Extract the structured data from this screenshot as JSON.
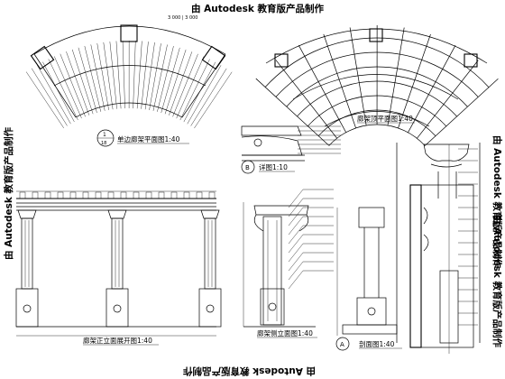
{
  "watermark": {
    "top": "由 Autodesk 教育版产品制作",
    "bottom": "由 Autodesk 教育版产品制作",
    "left": "由 Autodesk 教育版产品制作",
    "right_upper": "由 Autodesk 教育版产品制作",
    "right_lower": "由 Autodesk 教育版产品制作"
  },
  "captions": {
    "plan_single": "单边廊架平面图1:40",
    "plan_top": "廊架顶平面图1:40",
    "detail": "详图1:10",
    "front_elevation": "廊架正立面展开图1:40",
    "side_elevation": "廊架侧立面图1:40",
    "section": "剖面图1:40"
  },
  "markers": {
    "plan_single_num": "1",
    "plan_single_sheet": "18",
    "detail_letter": "B",
    "section_letter": "A"
  }
}
